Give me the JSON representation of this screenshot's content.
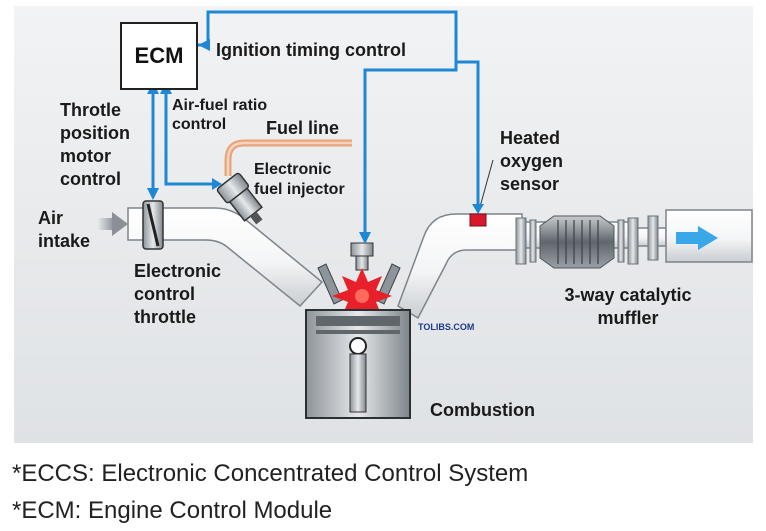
{
  "ecm": "ECM",
  "labels": {
    "ignition_timing": "Ignition timing control",
    "air_fuel_1": "Air-fuel ratio",
    "air_fuel_2": "control",
    "fuel_line": "Fuel line",
    "injector_1": "Electronic",
    "injector_2": "fuel injector",
    "throttle_motor_1": "Throtle",
    "throttle_motor_2": "position",
    "throttle_motor_3": "motor",
    "throttle_motor_4": "control",
    "air_1": "Air",
    "air_2": "intake",
    "ect_1": "Electronic",
    "ect_2": "control",
    "ect_3": "throttle",
    "hos_1": "Heated",
    "hos_2": "oxygen",
    "hos_3": "sensor",
    "cat_1": "3-way catalytic",
    "cat_2": "muffler",
    "combustion": "Combustion",
    "watermark": "TOLIBS.COM"
  },
  "footnotes": [
    "*ECCS: Electronic Concentrated Control System",
    "*ECM: Engine Control Module"
  ],
  "colors": {
    "arrow_blue": "#1e88d6",
    "pipe": "#ffffff",
    "pipe_shadow": "#7c848c",
    "fuel_line": "#e8a47a",
    "combustion_red": "#e8202a",
    "sensor_red": "#d8172a",
    "exhaust_arrow": "#3aa7e8"
  }
}
